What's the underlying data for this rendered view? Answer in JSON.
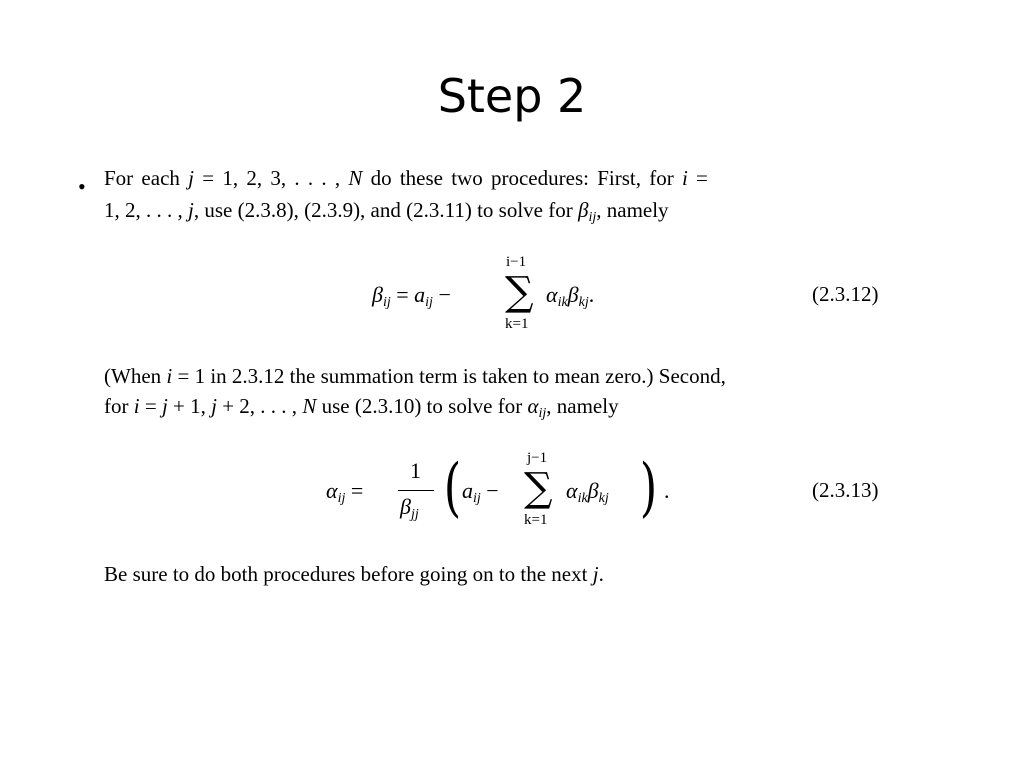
{
  "title": "Step 2",
  "bullet_symbol": "•",
  "para1": {
    "line1": {
      "t1": "For each ",
      "v1": "j",
      "t2": " = 1, 2, 3, . . . , ",
      "v2": "N",
      "t3": " do these two procedures:  First, for ",
      "v3": "i",
      "t4": " ="
    },
    "line2": {
      "t1": "1, 2, . . . , ",
      "v1": "j",
      "t2": ", use (2.3.8), (2.3.9), and (2.3.11) to solve for ",
      "v2": "β",
      "s2": "ij",
      "t3": ", namely"
    }
  },
  "eq1": {
    "lhs": "β",
    "lhs_sub": "ij",
    "eqsign": " = ",
    "a": "a",
    "a_sub": "ij",
    "minus": " − ",
    "sum_top": "i−1",
    "sum_bottom": "k=1",
    "sum": "∑",
    "alpha": "α",
    "alpha_sub": "ik",
    "beta": "β",
    "beta_sub": "kj",
    "end": ".",
    "number": "(2.3.12)"
  },
  "para2": {
    "line1": {
      "t1": "(When ",
      "v1": "i",
      "t2": " = 1 in 2.3.12 the summation term is taken to mean zero.)  Second,"
    },
    "line2": {
      "t1": "for ",
      "v1": "i",
      "t2": " = ",
      "v2": "j",
      "t3": " + 1, ",
      "v3": "j",
      "t4": " + 2, . . . , ",
      "v4": "N",
      "t5": " use (2.3.10) to solve for ",
      "v5": "α",
      "s5": "ij",
      "t6": ", namely"
    }
  },
  "eq2": {
    "lhs": "α",
    "lhs_sub": "ij",
    "eqsign": " = ",
    "num": "1",
    "den": "β",
    "den_sub": "jj",
    "lparen": "(",
    "rparen": ")",
    "a": "a",
    "a_sub": "ij",
    "minus": " − ",
    "sum_top": "j−1",
    "sum_bottom": "k=1",
    "sum": "∑",
    "alpha": "α",
    "alpha_sub": "ik",
    "beta": "β",
    "beta_sub": "kj",
    "end": ".",
    "number": "(2.3.13)"
  },
  "para3": {
    "t1": "Be sure to do both procedures before going on to the next ",
    "v1": "j",
    "t2": "."
  }
}
